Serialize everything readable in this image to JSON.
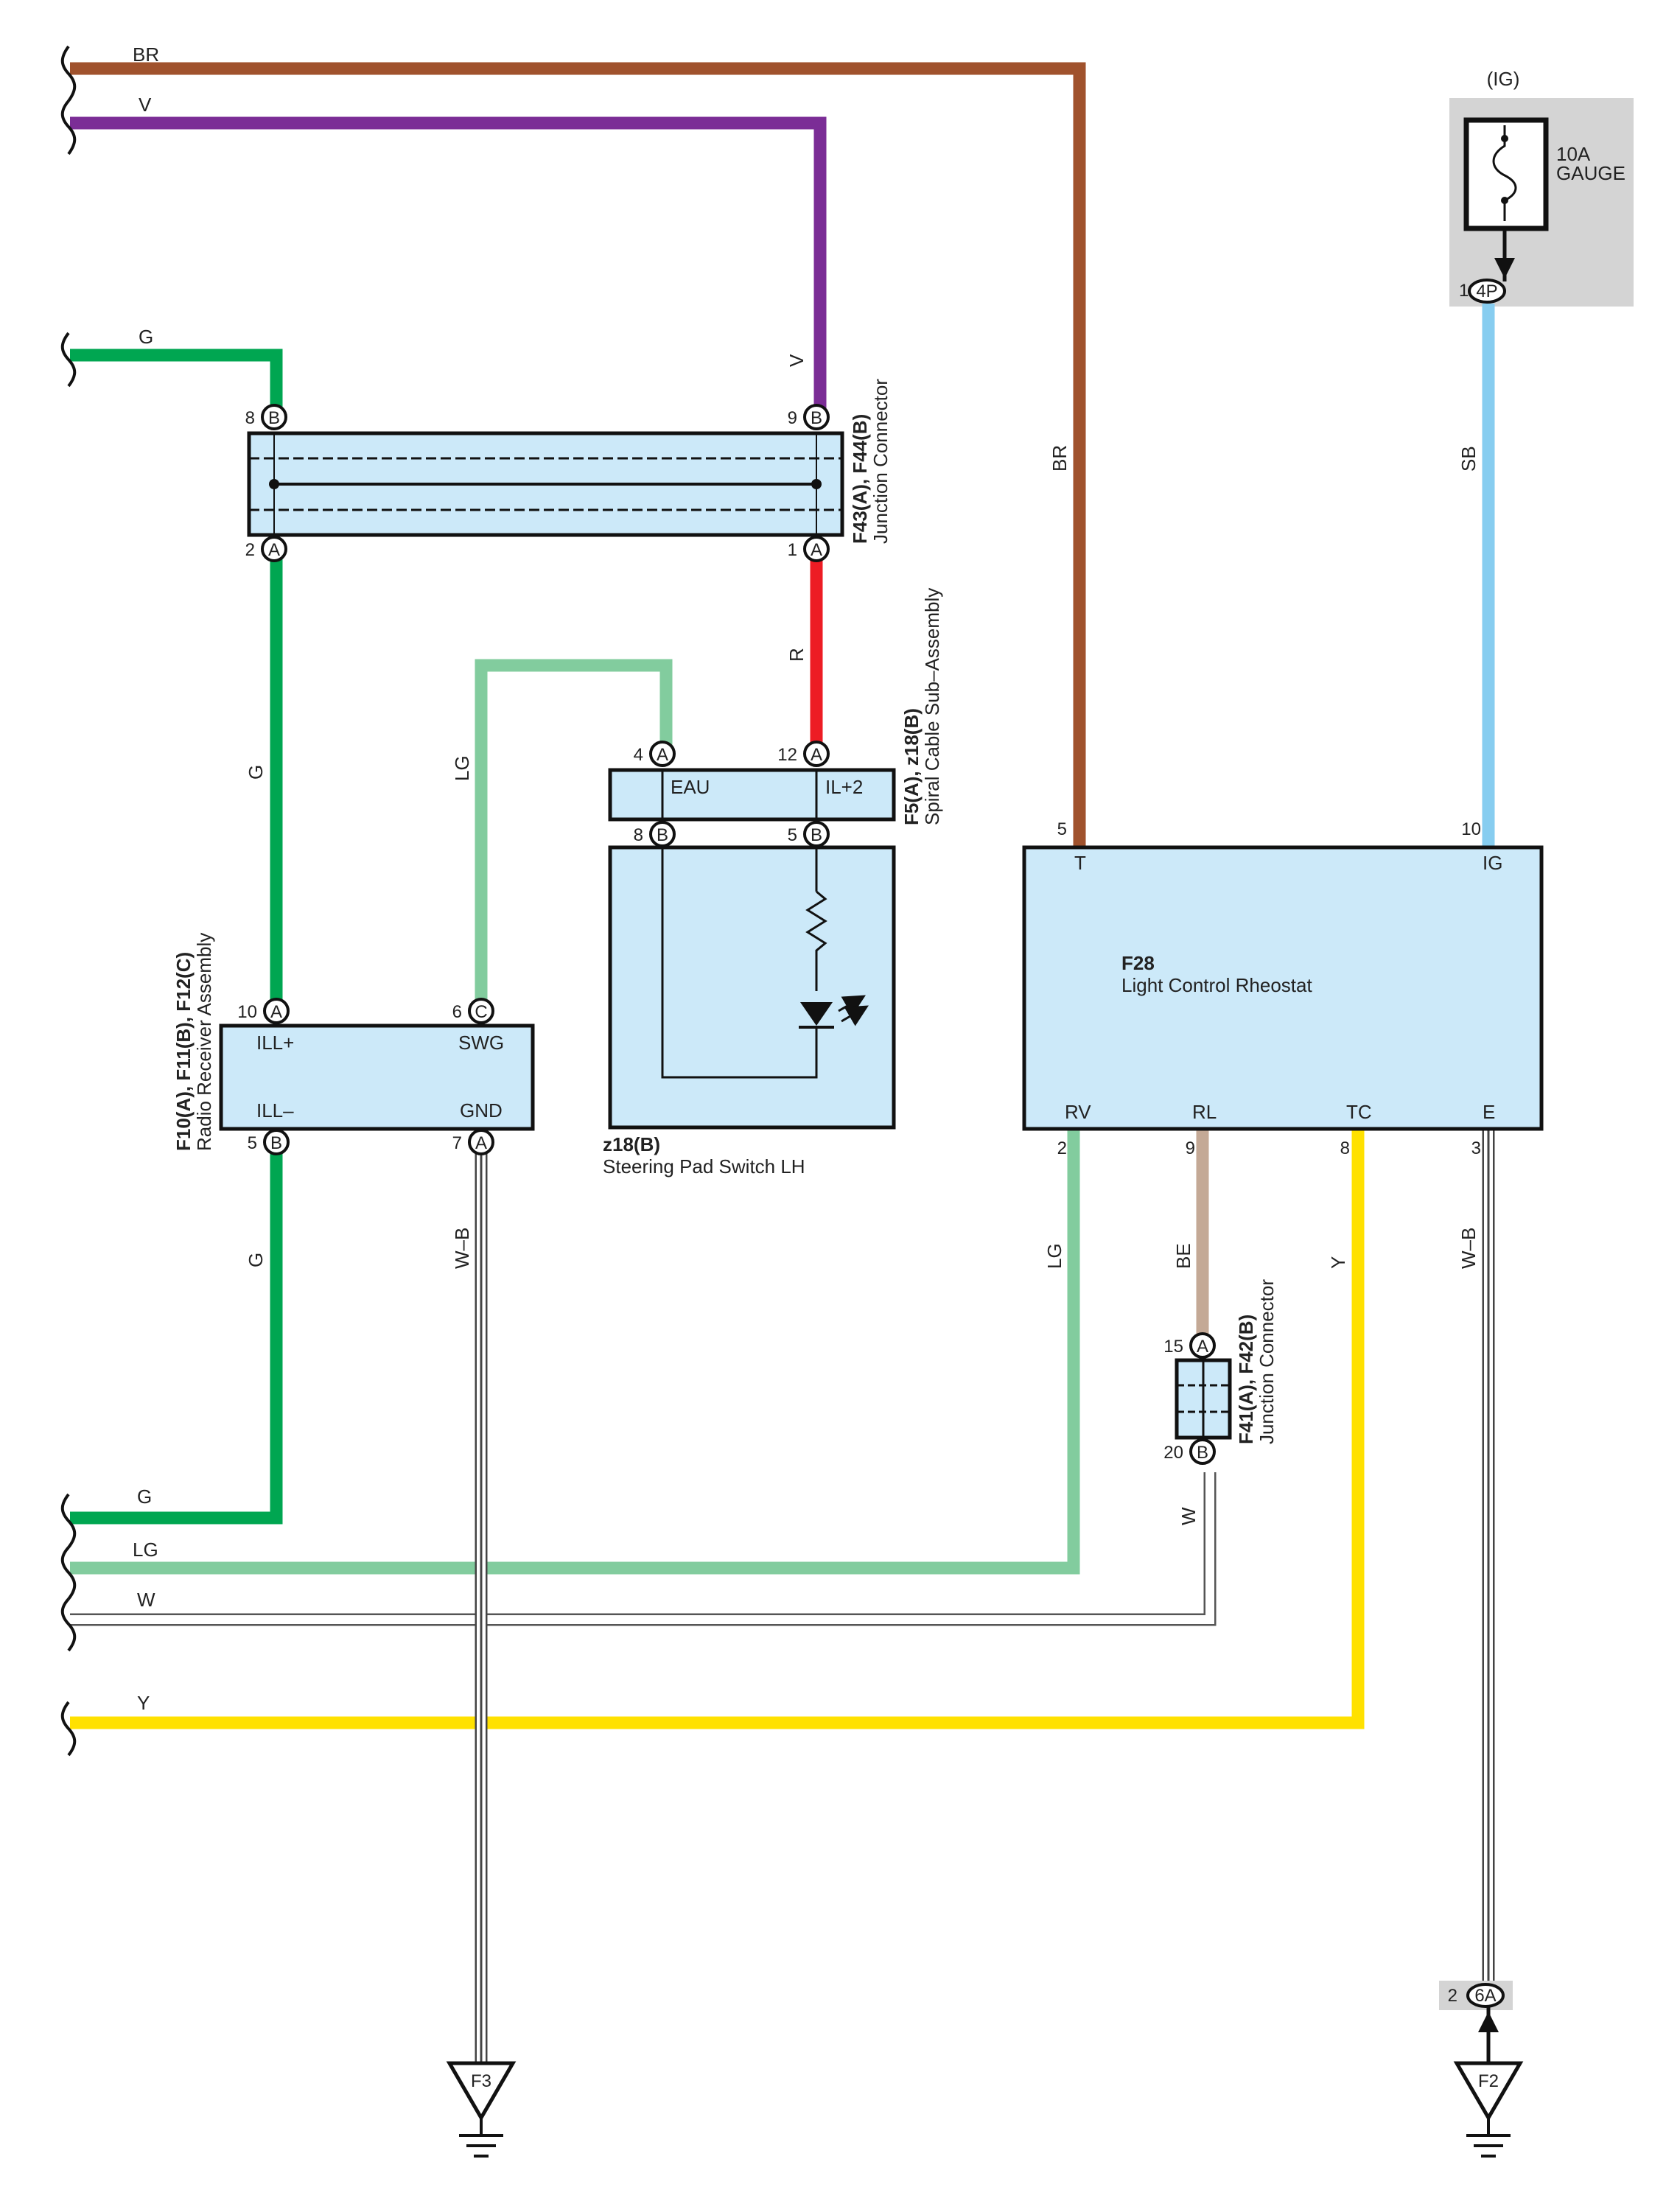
{
  "colors": {
    "BR": "#a0522d",
    "V": "#7b2d96",
    "G": "#00a651",
    "LG": "#82cc9e",
    "R": "#ed1c24",
    "SB": "#87cdf0",
    "W": "#ffffff",
    "BE": "#c4a996",
    "Y": "#ffe100",
    "WB": "#ffffff",
    "component_fill": "#cce9f9",
    "fuse_box_fill": "#d4d4d4"
  },
  "wires": {
    "br": "BR",
    "v": "V",
    "g": "G",
    "lg": "LG",
    "r": "R",
    "sb": "SB",
    "w": "W",
    "be": "BE",
    "y": "Y",
    "wb": "W–B"
  },
  "fuse": {
    "supply": "(IG)",
    "rating": "10A",
    "name": "GAUGE",
    "pin": "1",
    "connector": "4P"
  },
  "ground_f2": {
    "pin": "2",
    "connector": "6A",
    "ground": "F2"
  },
  "ground_f3": {
    "ground": "F3"
  },
  "junction_f43": {
    "name": "F43(A), F44(B)",
    "desc": "Junction Connector",
    "pins": [
      {
        "num": "8",
        "conn": "B"
      },
      {
        "num": "9",
        "conn": "B"
      },
      {
        "num": "2",
        "conn": "A"
      },
      {
        "num": "1",
        "conn": "A"
      }
    ]
  },
  "spiral_cable": {
    "name": "F5(A), z18(B)",
    "desc": "Spiral Cable Sub–Assembly",
    "term_eau": "EAU",
    "term_il": "IL+2",
    "pins": [
      {
        "num": "4",
        "conn": "A"
      },
      {
        "num": "12",
        "conn": "A"
      },
      {
        "num": "8",
        "conn": "B"
      },
      {
        "num": "5",
        "conn": "B"
      }
    ]
  },
  "steering_switch": {
    "name": "z18(B)",
    "desc": "Steering Pad Switch LH"
  },
  "radio": {
    "name": "F10(A), F11(B), F12(C)",
    "desc": "Radio Receiver Assembly",
    "terms": {
      "ill_plus": "ILL+",
      "swg": "SWG",
      "ill_minus": "ILL–",
      "gnd": "GND"
    },
    "pins": [
      {
        "num": "10",
        "conn": "A"
      },
      {
        "num": "6",
        "conn": "C"
      },
      {
        "num": "5",
        "conn": "B"
      },
      {
        "num": "7",
        "conn": "A"
      }
    ]
  },
  "rheostat": {
    "name": "F28",
    "desc": "Light Control Rheostat",
    "terms": {
      "t": "T",
      "ig": "IG",
      "rv": "RV",
      "rl": "RL",
      "tc": "TC",
      "e": "E"
    },
    "pins": {
      "t": "5",
      "ig": "10",
      "rv": "2",
      "rl": "9",
      "tc": "8",
      "e": "3"
    }
  },
  "junction_f41": {
    "name": "F41(A), F42(B)",
    "desc": "Junction Connector",
    "pins": [
      {
        "num": "15",
        "conn": "A"
      },
      {
        "num": "20",
        "conn": "B"
      }
    ]
  }
}
